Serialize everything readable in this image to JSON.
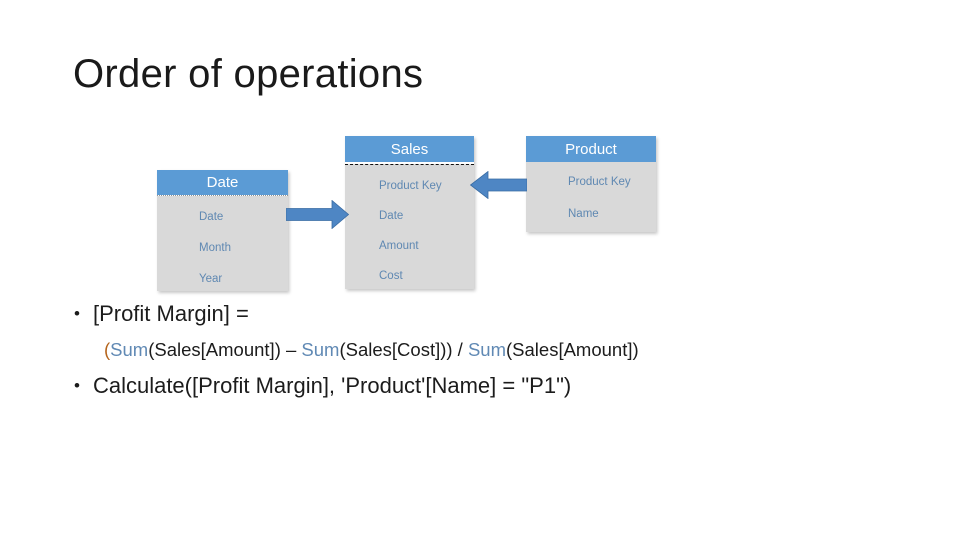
{
  "slide": {
    "title": "Order of operations",
    "bullet_char": "•"
  },
  "diagram": {
    "tables": [
      {
        "name": "Date",
        "columns": [
          "Date",
          "Month",
          "Year"
        ]
      },
      {
        "name": "Sales",
        "columns": [
          "Product Key",
          "Date",
          "Amount",
          "Cost"
        ]
      },
      {
        "name": "Product",
        "columns": [
          "Product Key",
          "Name"
        ]
      }
    ],
    "relationships": [
      {
        "from": "Date",
        "to": "Sales",
        "arrow_direction": "right",
        "joins_row": "Date"
      },
      {
        "from": "Product",
        "to": "Sales",
        "arrow_direction": "left",
        "joins_row": "Product Key"
      }
    ]
  },
  "formula_block": {
    "bullet1": "[Profit Margin] =",
    "formula_segments": [
      {
        "text": "("
      },
      {
        "text": "Sum"
      },
      {
        "text": "(Sales[Amount]) – "
      },
      {
        "text": "Sum"
      },
      {
        "text": "(Sales[Cost])) / "
      },
      {
        "text": "Sum"
      },
      {
        "text": "(Sales[Amount])"
      }
    ],
    "bullet2": "Calculate([Profit Margin], 'Product'[Name] = \"P1\")"
  },
  "colors": {
    "table_header_blue": "#5b9bd5",
    "table_body_gray": "#d9d9d9",
    "table_row_text_blue": "#5f88b2",
    "arrow_blue": "#4e86c4",
    "formula_keyword_blue": "#6089b4",
    "formula_paren_orange": "#b5651d",
    "title_text": "#1a1a1a"
  }
}
